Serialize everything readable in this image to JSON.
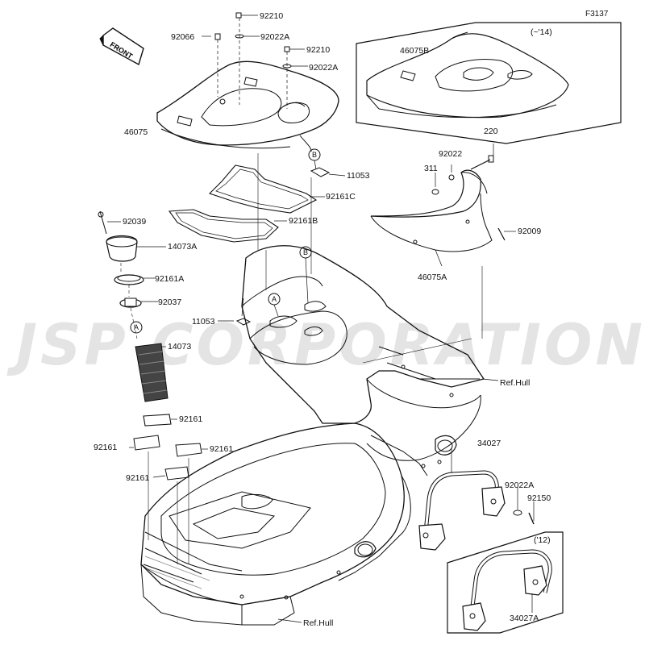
{
  "figure": {
    "code": "F3137",
    "watermark": "JSP CORPORATION",
    "front_label": "FRONT",
    "inset_top_note": "(~'14)",
    "inset_bottom_note": "('12)"
  },
  "callouts": {
    "c92210a": "92210",
    "c92066": "92066",
    "c92022a_1": "92022A",
    "c92210b": "92210",
    "c92022a_2": "92022A",
    "c46075b": "46075B",
    "c46075": "46075",
    "cB1": "B",
    "c11053a": "11053",
    "c92161c": "92161C",
    "c92039": "92039",
    "c92161b": "92161B",
    "c220": "220",
    "c92022": "92022",
    "c311": "311",
    "c14073a": "14073A",
    "c92161a": "92161A",
    "c92009": "92009",
    "cB2": "B",
    "c46075a": "46075A",
    "c92037": "92037",
    "c11053b": "11053",
    "cA1": "A",
    "cA2": "A",
    "c14073": "14073",
    "cRefHull1": "Ref.Hull",
    "c92161_1": "92161",
    "c92161_2": "92161",
    "c92161_3": "92161",
    "c92161_4": "92161",
    "c34027": "34027",
    "c92022a_3": "92022A",
    "c92150": "92150",
    "c34027a": "34027A",
    "cRefHull2": "Ref.Hull"
  }
}
